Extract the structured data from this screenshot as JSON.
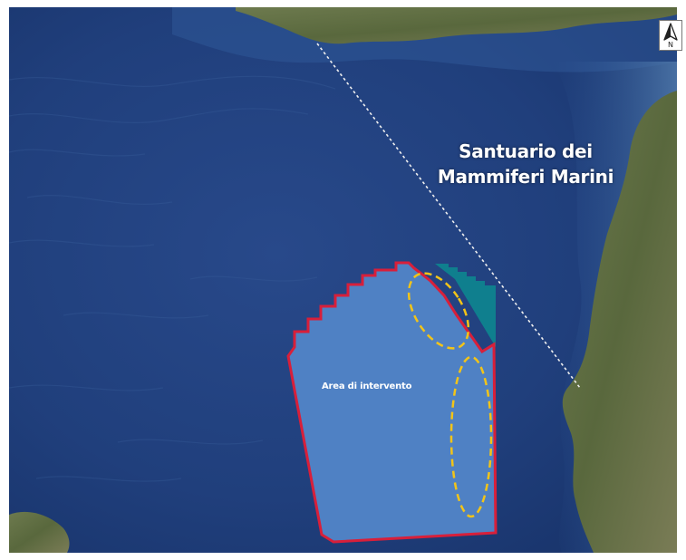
{
  "map": {
    "sanctuary_label_line1": "Santuario dei",
    "sanctuary_label_line2": "Mammiferi Marini",
    "area_label": "Area di intervento",
    "north_label": "N",
    "icons": {
      "north": "north-arrow-icon"
    },
    "colors": {
      "sea": "#1f3f78",
      "land": "#5f6e45",
      "intervention_fill": "#4f81c4",
      "intervention_border": "#d81f3a",
      "ellipse_dash": "#f2c418",
      "sanctuary_line": "#f0f0f0",
      "sanctuary_zone_fill": "#0f7f8e"
    }
  }
}
